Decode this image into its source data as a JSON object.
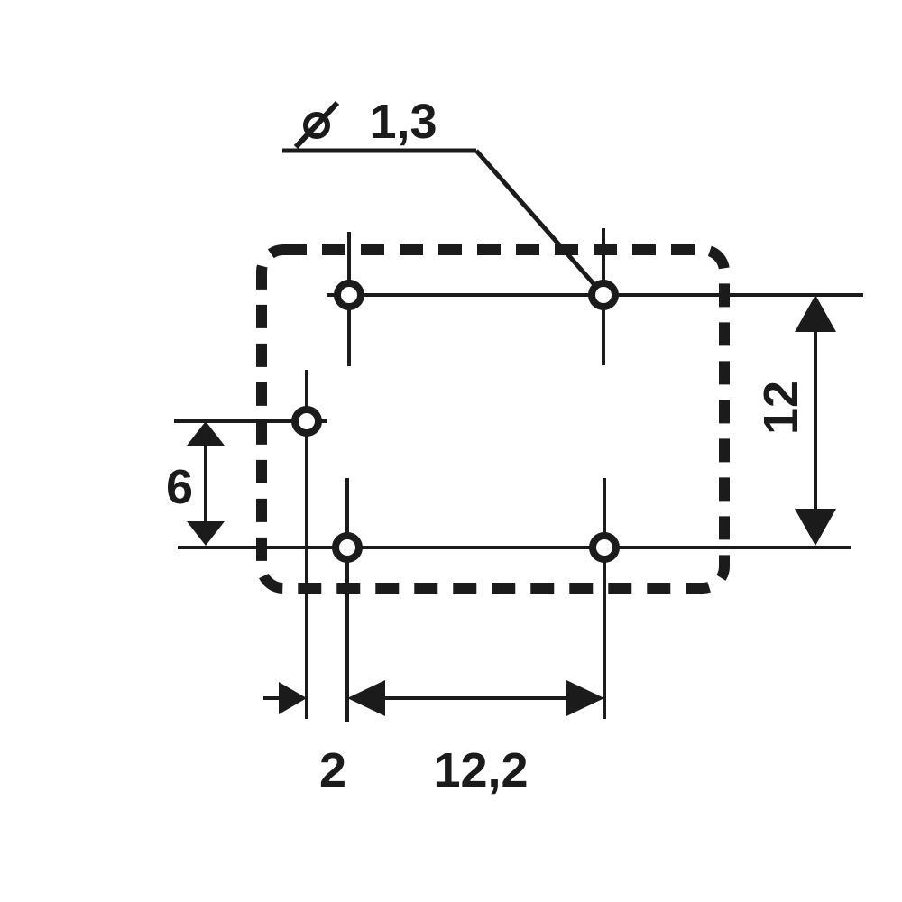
{
  "diagram": {
    "kind": "dimensioned-hole-pattern-drawing",
    "holes_count": 5,
    "colors": {
      "ink": "#1b1b1b",
      "background": "#ffffff"
    },
    "labels": {
      "diameter_symbol": "ø",
      "diameter_value": "1,3",
      "dim_vertical_right": "12",
      "dim_vertical_left": "6",
      "dim_horizontal_small": "2",
      "dim_horizontal_large": "12,2"
    }
  }
}
